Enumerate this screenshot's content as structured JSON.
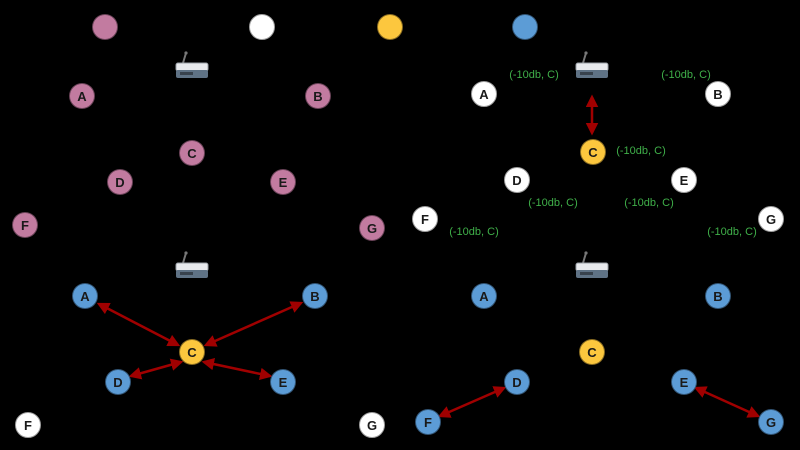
{
  "colors": {
    "background": "#000000",
    "node_pink": "#c27ba0",
    "node_white": "#ffffff",
    "node_yellow": "#fcc73e",
    "node_blue": "#5c9cd6",
    "arrow_red": "#a00000",
    "annotation_green": "#3faf49"
  },
  "legend": {
    "swatches": [
      {
        "color": "pink"
      },
      {
        "color": "white"
      },
      {
        "color": "yellow"
      },
      {
        "color": "blue"
      }
    ]
  },
  "annotations": {
    "signal_label": "(-10db, C)"
  },
  "quadrants": [
    {
      "name": "top-left-pink",
      "nodes": [
        {
          "label": "A"
        },
        {
          "label": "B"
        },
        {
          "label": "C"
        },
        {
          "label": "D"
        },
        {
          "label": "E"
        },
        {
          "label": "F"
        },
        {
          "label": "G"
        }
      ]
    },
    {
      "name": "top-right-white",
      "nodes": [
        {
          "label": "A"
        },
        {
          "label": "B"
        },
        {
          "label": "C"
        },
        {
          "label": "D"
        },
        {
          "label": "E"
        },
        {
          "label": "F"
        },
        {
          "label": "G"
        }
      ]
    },
    {
      "name": "bottom-left-blue",
      "nodes": [
        {
          "label": "A"
        },
        {
          "label": "B"
        },
        {
          "label": "C"
        },
        {
          "label": "D"
        },
        {
          "label": "E"
        },
        {
          "label": "F"
        },
        {
          "label": "G"
        }
      ]
    },
    {
      "name": "bottom-right-blue",
      "nodes": [
        {
          "label": "A"
        },
        {
          "label": "B"
        },
        {
          "label": "C"
        },
        {
          "label": "D"
        },
        {
          "label": "E"
        },
        {
          "label": "F"
        },
        {
          "label": "G"
        }
      ]
    }
  ]
}
